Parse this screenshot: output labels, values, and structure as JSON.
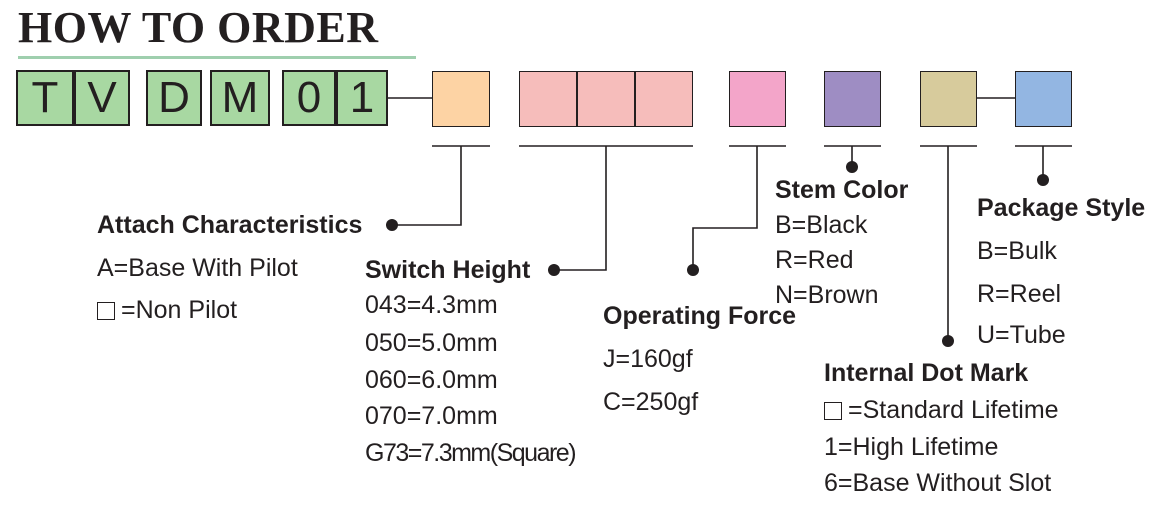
{
  "title": "HOW TO ORDER",
  "code_letters": [
    "T",
    "V",
    "D",
    "M",
    "0",
    "1"
  ],
  "slot_colors": {
    "attach": "#fdd3a4",
    "height": "#f6bdbb",
    "force": "#f3a5c9",
    "stem": "#9e8dc3",
    "dot": "#d7cb9c",
    "package": "#93b6e2",
    "code": "#a8d8a2",
    "title_underline": "#9fcfae"
  },
  "attach": {
    "heading": "Attach Characteristics",
    "options": [
      "A=Base With Pilot",
      "=Non Pilot"
    ]
  },
  "height": {
    "heading": "Switch Height",
    "options": [
      "043=4.3mm",
      "050=5.0mm",
      "060=6.0mm",
      "070=7.0mm",
      "G73=7.3mm(Square)"
    ]
  },
  "force": {
    "heading": "Operating Force",
    "options": [
      "J=160gf",
      "C=250gf"
    ]
  },
  "stem": {
    "heading": "Stem Color",
    "options": [
      "B=Black",
      "R=Red",
      "N=Brown"
    ]
  },
  "dot": {
    "heading": "Internal Dot Mark",
    "options": [
      "=Standard Lifetime",
      "1=High Lifetime",
      "6=Base Without Slot"
    ]
  },
  "package": {
    "heading": "Package Style",
    "options": [
      "B=Bulk",
      "R=Reel",
      "U=Tube"
    ]
  }
}
